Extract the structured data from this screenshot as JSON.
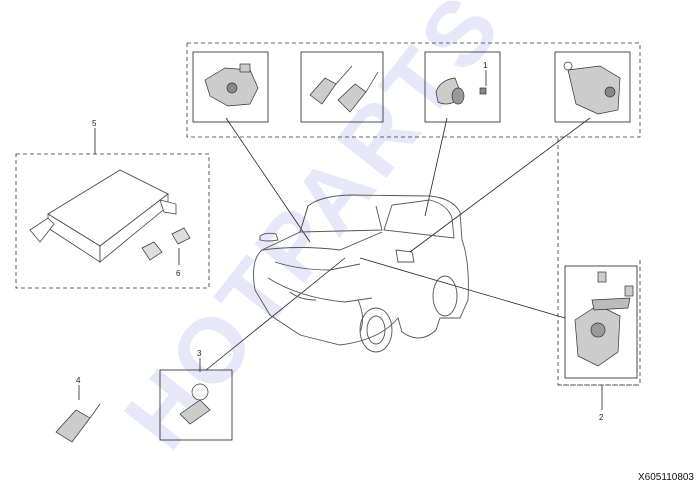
{
  "watermark": "HOTPARTS",
  "reference_code": "X605110803",
  "callouts": {
    "c1": "1",
    "c2": "2",
    "c3": "3",
    "c4": "4",
    "c5": "5",
    "c6": "6"
  }
}
